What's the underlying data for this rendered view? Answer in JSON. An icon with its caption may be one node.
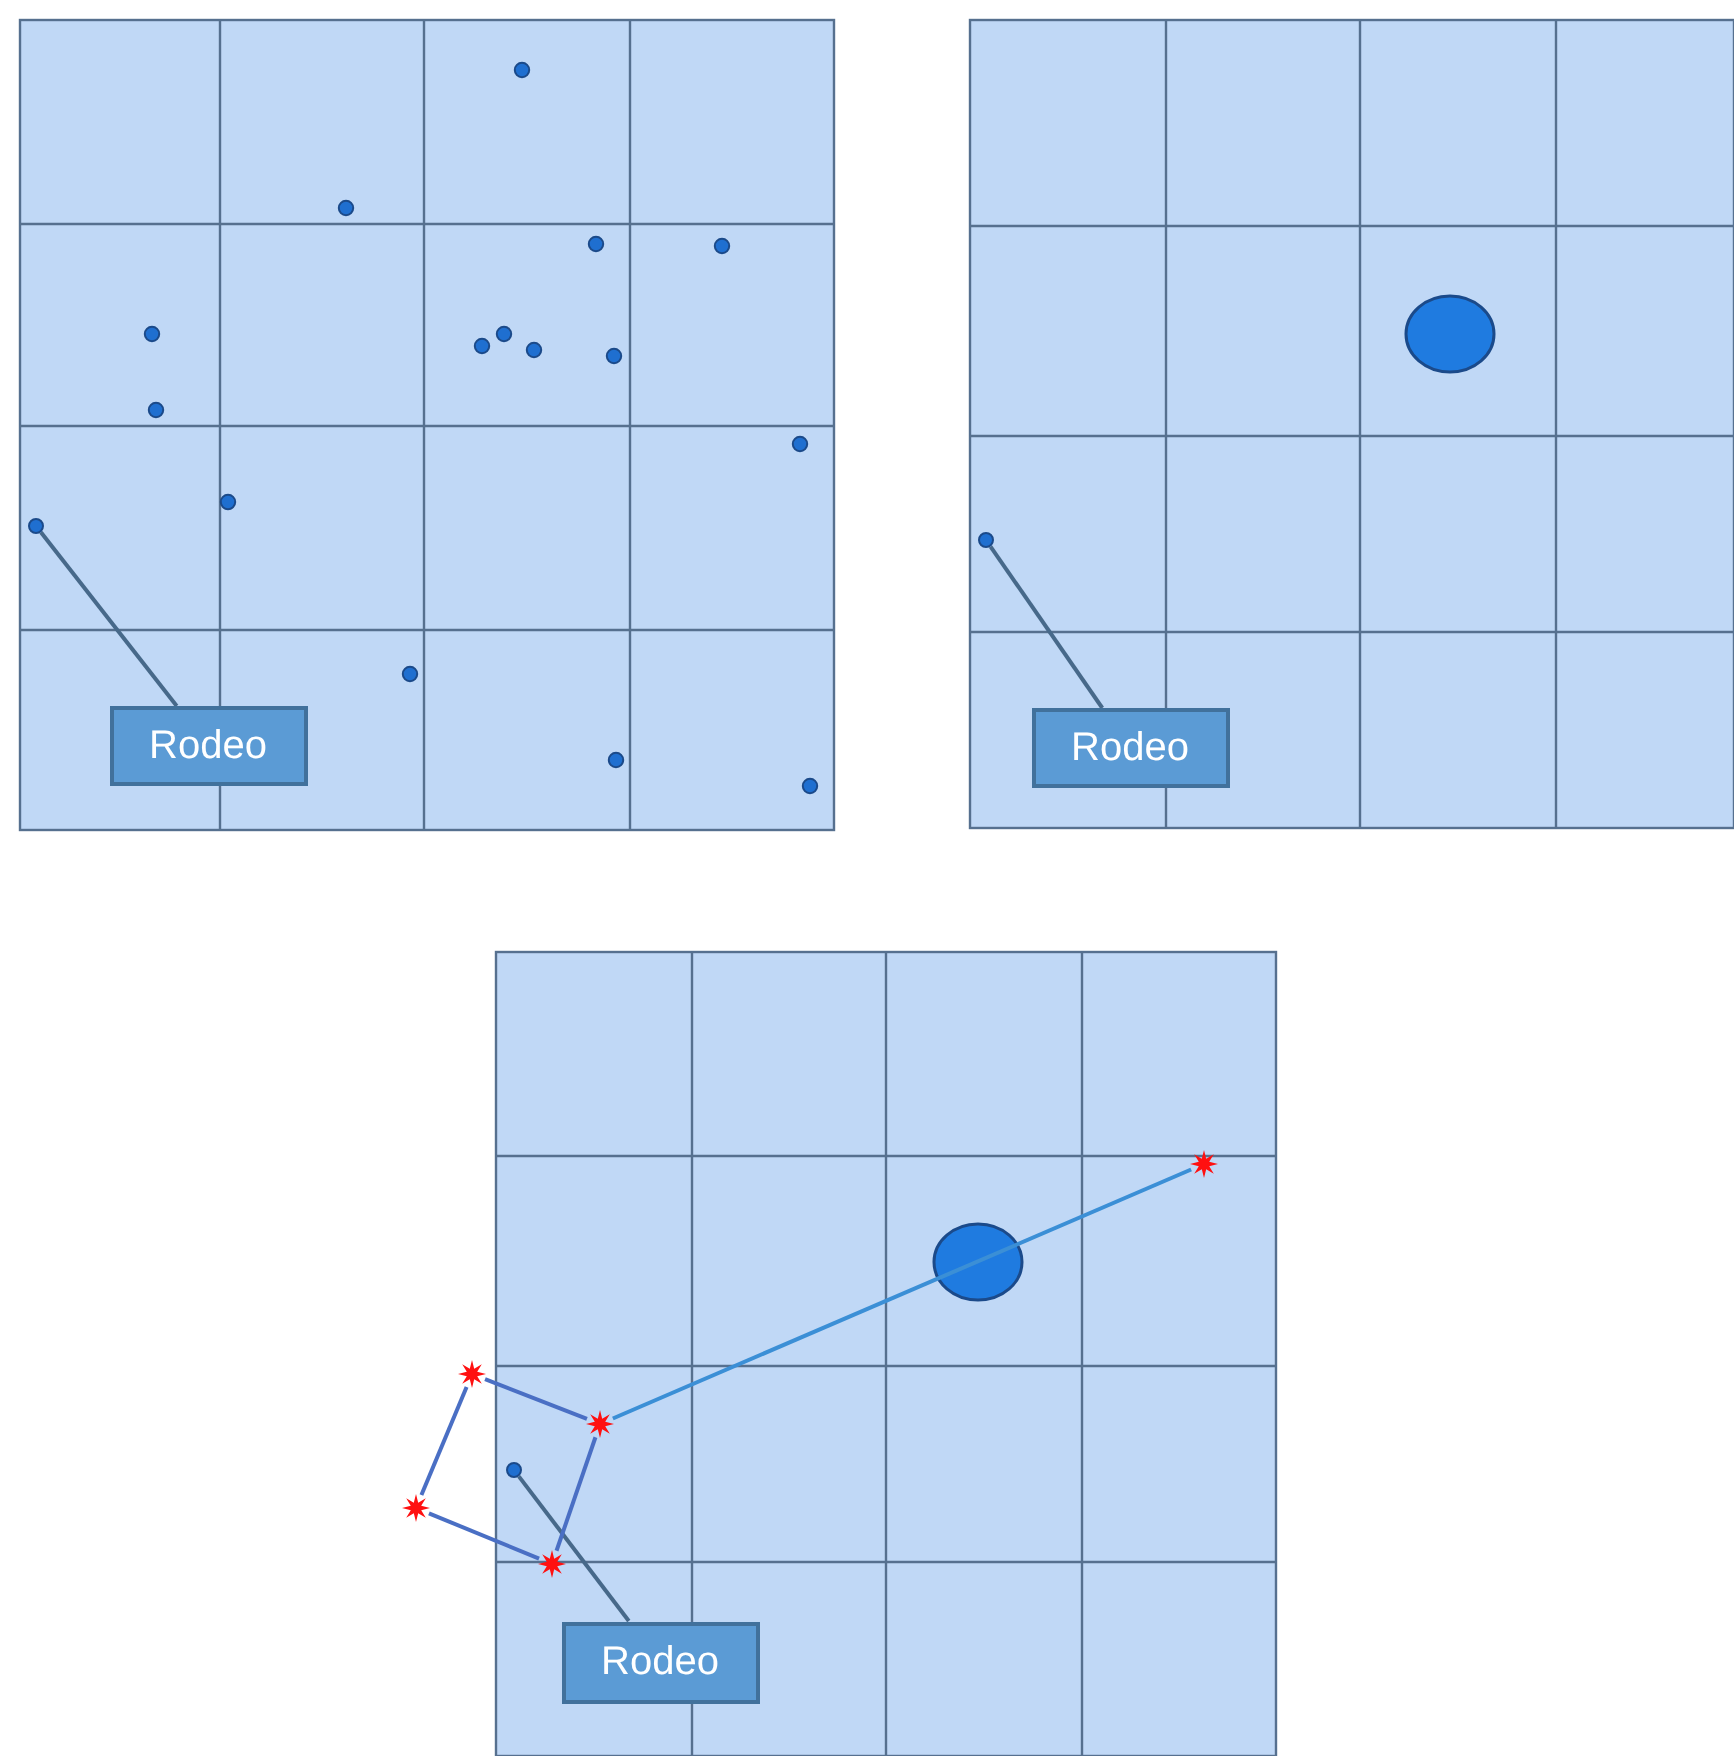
{
  "diagram": {
    "nodes": [
      {
        "text": [],
        "shape": "circle"
      },
      {
        "text": [
          "Rodeo"
        ]
      },
      {
        "text": [],
        "shape": "circle"
      },
      {
        "text": [
          "Rodeo"
        ]
      },
      {
        "text": [],
        "shape": "star"
      },
      {
        "text": [],
        "shape": "star"
      },
      {
        "text": [],
        "shape": "star"
      },
      {
        "text": [],
        "shape": "circle"
      },
      {
        "text": [],
        "shape": "star"
      },
      {
        "text": [],
        "shape": "star"
      },
      {
        "text": [
          "Rodeo"
        ]
      }
    ],
    "edges": [
      {
        "from": 1,
        "to": 0,
        "arrow": "none",
        "color": "#47698a"
      },
      {
        "from": 3,
        "to": 2,
        "arrow": "none",
        "color": "#47698a"
      },
      {
        "from": 10,
        "to": 7,
        "arrow": "none",
        "color": "#47698a"
      },
      {
        "from": 4,
        "to": 6,
        "arrow": "none"
      },
      {
        "from": 6,
        "to": 9,
        "arrow": "none"
      },
      {
        "from": 9,
        "to": 8,
        "arrow": "none"
      },
      {
        "from": 8,
        "to": 4,
        "arrow": "none"
      },
      {
        "from": 6,
        "to": 5,
        "arrow": "none",
        "color": "#3b8fd6"
      }
    ]
  }
}
